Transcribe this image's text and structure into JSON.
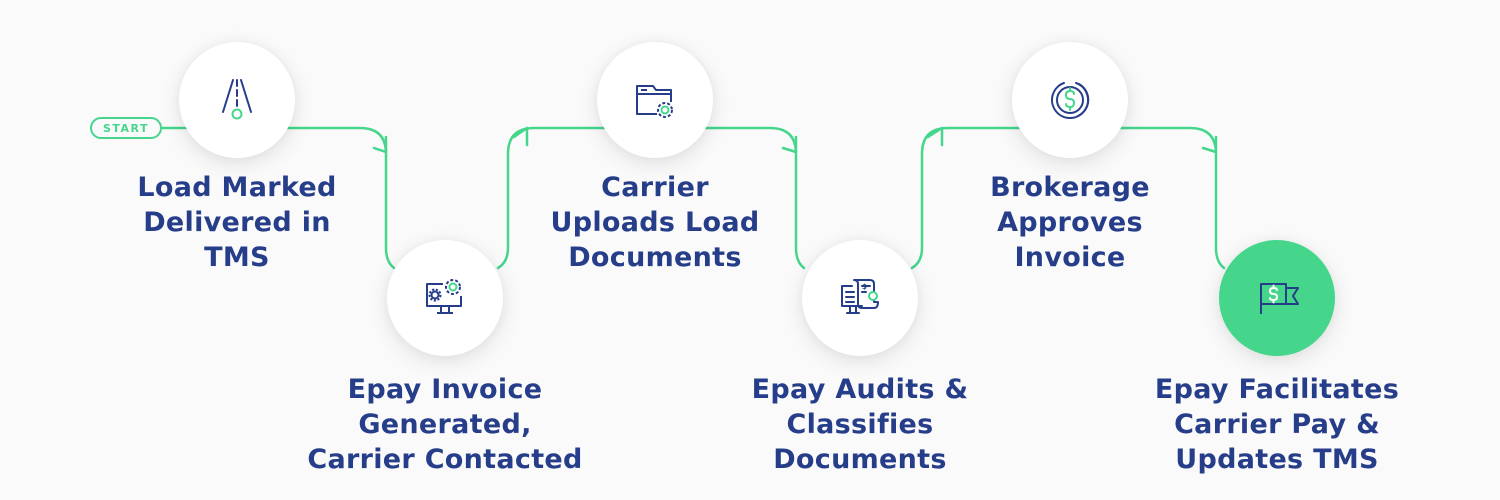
{
  "start_label": "START",
  "colors": {
    "accent_green": "#45d68c",
    "navy_text": "#263d8a",
    "background": "#fafafa"
  },
  "steps": [
    {
      "icon": "road-icon",
      "lines": [
        "Load Marked",
        "Delivered in",
        "TMS"
      ]
    },
    {
      "icon": "monitor-gears-icon",
      "lines": [
        "Epay Invoice",
        "Generated,",
        "Carrier Contacted"
      ]
    },
    {
      "icon": "folder-gear-icon",
      "lines": [
        "Carrier",
        "Uploads Load",
        "Documents"
      ]
    },
    {
      "icon": "invoice-monitor-icon",
      "lines": [
        "Epay Audits &",
        "Classifies",
        "Documents"
      ]
    },
    {
      "icon": "dollar-coin-icon",
      "lines": [
        "Brokerage",
        "Approves",
        "Invoice"
      ]
    },
    {
      "icon": "dollar-flag-icon",
      "lines": [
        "Epay Facilitates",
        "Carrier Pay &",
        "Updates TMS"
      ]
    }
  ]
}
